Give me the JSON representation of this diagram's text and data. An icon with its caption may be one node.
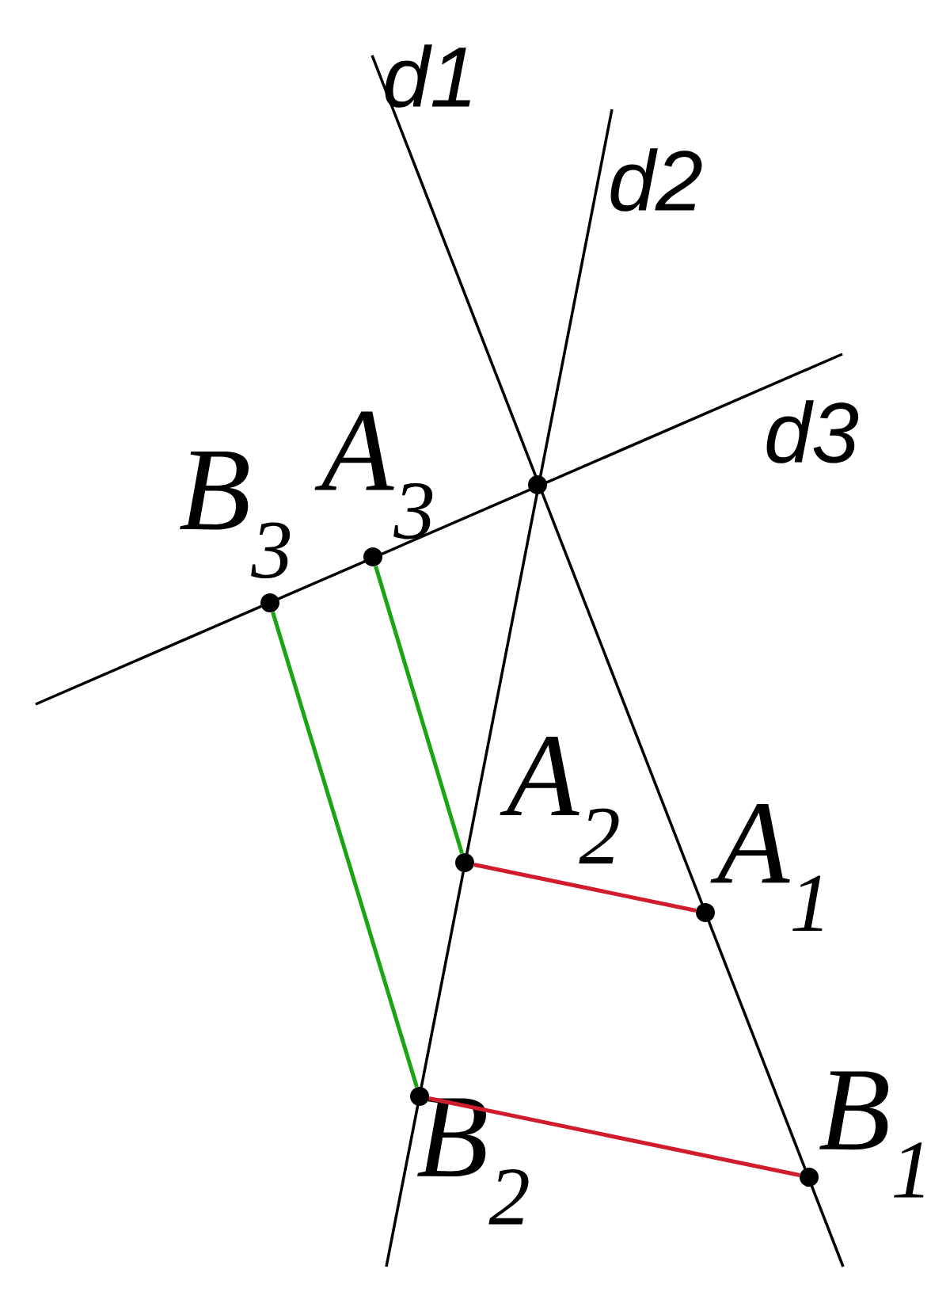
{
  "diagram": {
    "nodes": [
      {
        "text": [],
        "shape": "circle"
      },
      {
        "text": [],
        "shape": "circle",
        "beside": [
          "A$_{3}$"
        ]
      },
      {
        "text": [],
        "shape": "circle",
        "beside": [
          "B$_{3}$"
        ]
      },
      {
        "text": [],
        "shape": "circle",
        "beside": [
          "A$_{2}$"
        ]
      },
      {
        "text": [],
        "shape": "circle",
        "beside": [
          "A$_{1}$"
        ]
      },
      {
        "text": [],
        "shape": "circle",
        "beside": [
          "B$_{2}$"
        ]
      },
      {
        "text": [],
        "shape": "circle",
        "beside": [
          "B$_{1}$"
        ]
      }
    ],
    "edges": [
      {
        "from": 3,
        "to": 4,
        "arrow": "none",
        "color": "#d01c2c"
      },
      {
        "from": 5,
        "to": 6,
        "arrow": "none",
        "color": "#d01c2c"
      },
      {
        "from": 1,
        "to": 3,
        "arrow": "none",
        "color": "#1aa512"
      },
      {
        "from": 2,
        "to": 5,
        "arrow": "none",
        "color": "#1aa512"
      }
    ],
    "labels": [
      "d1",
      "d2",
      "d3"
    ]
  }
}
